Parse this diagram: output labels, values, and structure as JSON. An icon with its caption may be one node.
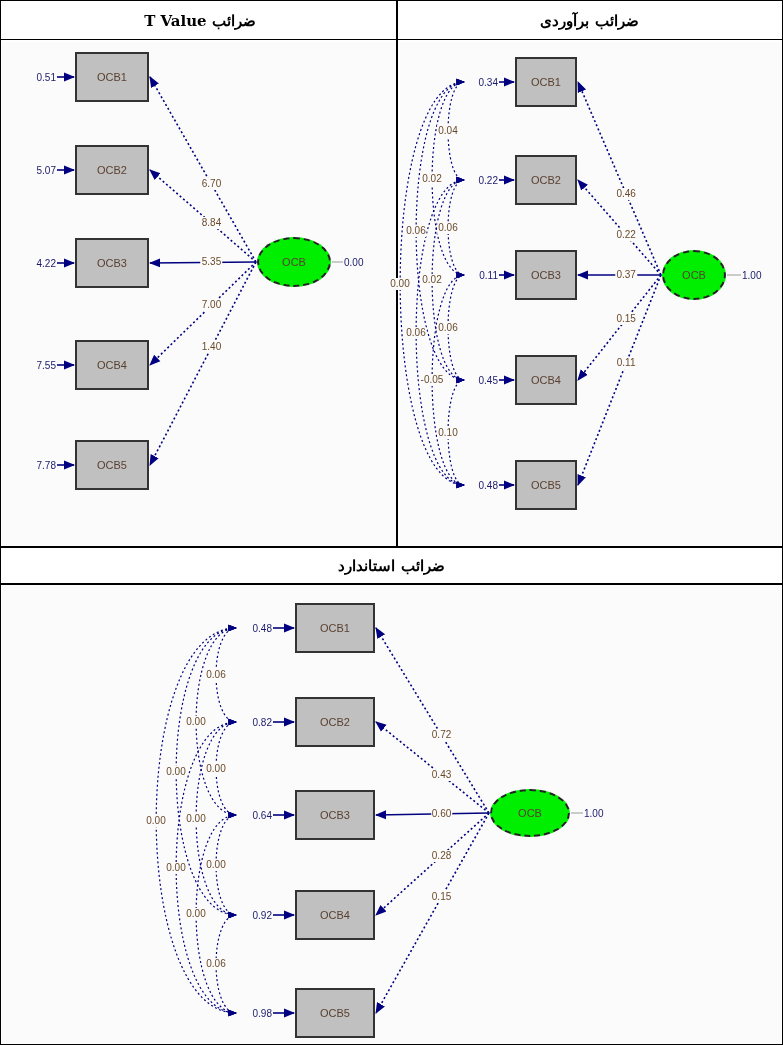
{
  "diagram": {
    "nodes": [
      {
        "text": [
          "OCB1"
        ]
      },
      {
        "text": [
          "OCB2"
        ]
      },
      {
        "text": [
          "OCB3"
        ]
      },
      {
        "text": [
          "OCB4"
        ]
      },
      {
        "text": [
          "OCB5"
        ]
      },
      {
        "text": [
          "OCB"
        ]
      },
      {
        "text": [
          "0.51"
        ]
      },
      {
        "text": [
          "5.07"
        ]
      },
      {
        "text": [
          "4.22"
        ]
      },
      {
        "text": [
          "7.55"
        ]
      },
      {
        "text": [
          "7.78"
        ]
      },
      {
        "text": [
          "0.00"
        ]
      },
      {
        "text": [
          "OCB1"
        ]
      },
      {
        "text": [
          "OCB2"
        ]
      },
      {
        "text": [
          "OCB3"
        ]
      },
      {
        "text": [
          "OCB4"
        ]
      },
      {
        "text": [
          "OCB5"
        ]
      },
      {
        "text": [
          "OCB"
        ]
      },
      {
        "text": [
          "0.34"
        ]
      },
      {
        "text": [
          "0.22"
        ]
      },
      {
        "text": [
          "0.11"
        ]
      },
      {
        "text": [
          "0.45"
        ]
      },
      {
        "text": [
          "0.48"
        ]
      },
      {
        "text": [
          "1.00"
        ]
      },
      {
        "text": [
          "OCB1"
        ]
      },
      {
        "text": [
          "OCB2"
        ]
      },
      {
        "text": [
          "OCB3"
        ]
      },
      {
        "text": [
          "OCB4"
        ]
      },
      {
        "text": [
          "OCB5"
        ]
      },
      {
        "text": [
          "OCB"
        ]
      },
      {
        "text": [
          "0.48"
        ]
      },
      {
        "text": [
          "0.82"
        ]
      },
      {
        "text": [
          "0.64"
        ]
      },
      {
        "text": [
          "0.92"
        ]
      },
      {
        "text": [
          "0.98"
        ]
      },
      {
        "text": [
          "1.00"
        ]
      }
    ],
    "edges": [
      {
        "from": 6,
        "to": 0,
        "arrow": "to"
      },
      {
        "from": 7,
        "to": 1,
        "arrow": "to"
      },
      {
        "from": 8,
        "to": 2,
        "arrow": "to"
      },
      {
        "from": 9,
        "to": 3,
        "arrow": "to"
      },
      {
        "from": 10,
        "to": 4,
        "arrow": "to"
      },
      {
        "from": 5,
        "to": 0,
        "arrow": "to",
        "label": "6.70",
        "style": "dashed"
      },
      {
        "from": 5,
        "to": 1,
        "arrow": "to",
        "label": "8.84",
        "style": "dashed"
      },
      {
        "from": 5,
        "to": 2,
        "arrow": "to",
        "label": "5.35"
      },
      {
        "from": 5,
        "to": 3,
        "arrow": "to",
        "label": "7.00",
        "style": "dashed"
      },
      {
        "from": 5,
        "to": 4,
        "arrow": "to",
        "label": "1.40",
        "style": "dashed"
      },
      {
        "from": 5,
        "to": 11,
        "arrow": "none",
        "color": "#c0c0c0"
      },
      {
        "from": 18,
        "to": 12,
        "arrow": "to"
      },
      {
        "from": 19,
        "to": 13,
        "arrow": "to"
      },
      {
        "from": 20,
        "to": 14,
        "arrow": "to"
      },
      {
        "from": 21,
        "to": 15,
        "arrow": "to"
      },
      {
        "from": 22,
        "to": 16,
        "arrow": "to"
      },
      {
        "from": 17,
        "to": 12,
        "arrow": "to",
        "label": "0.46",
        "style": "dashed"
      },
      {
        "from": 17,
        "to": 13,
        "arrow": "to",
        "label": "0.22",
        "style": "dashed"
      },
      {
        "from": 17,
        "to": 14,
        "arrow": "to",
        "label": "0.37"
      },
      {
        "from": 17,
        "to": 15,
        "arrow": "to",
        "label": "0.15",
        "style": "dashed"
      },
      {
        "from": 17,
        "to": 16,
        "arrow": "to",
        "label": "0.11",
        "style": "dashed"
      },
      {
        "from": 17,
        "to": 23,
        "arrow": "none",
        "color": "#c0c0c0"
      },
      {
        "from": 18,
        "to": 19,
        "arrow": "both",
        "label": "0.04",
        "style": "dashed"
      },
      {
        "from": 18,
        "to": 20,
        "arrow": "both",
        "label": "0.02",
        "style": "dashed"
      },
      {
        "from": 18,
        "to": 21,
        "arrow": "both",
        "label": "0.06",
        "style": "dashed"
      },
      {
        "from": 18,
        "to": 22,
        "arrow": "both",
        "label": "0.00",
        "style": "dashed"
      },
      {
        "from": 19,
        "to": 20,
        "arrow": "both",
        "label": "0.06",
        "style": "dashed"
      },
      {
        "from": 19,
        "to": 21,
        "arrow": "both",
        "label": "0.02",
        "style": "dashed"
      },
      {
        "from": 19,
        "to": 22,
        "arrow": "both",
        "label": "0.06",
        "style": "dashed"
      },
      {
        "from": 20,
        "to": 21,
        "arrow": "both",
        "label": "0.06",
        "style": "dashed"
      },
      {
        "from": 20,
        "to": 22,
        "arrow": "both",
        "label": "-0.05",
        "style": "dashed"
      },
      {
        "from": 21,
        "to": 22,
        "arrow": "both",
        "label": "0.10",
        "style": "dashed"
      },
      {
        "from": 30,
        "to": 24,
        "arrow": "to"
      },
      {
        "from": 31,
        "to": 25,
        "arrow": "to"
      },
      {
        "from": 32,
        "to": 26,
        "arrow": "to"
      },
      {
        "from": 33,
        "to": 27,
        "arrow": "to"
      },
      {
        "from": 34,
        "to": 28,
        "arrow": "to"
      },
      {
        "from": 29,
        "to": 24,
        "arrow": "to",
        "label": "0.72",
        "style": "dashed"
      },
      {
        "from": 29,
        "to": 25,
        "arrow": "to",
        "label": "0.43",
        "style": "dashed"
      },
      {
        "from": 29,
        "to": 26,
        "arrow": "to",
        "label": "0.60"
      },
      {
        "from": 29,
        "to": 27,
        "arrow": "to",
        "label": "0.28",
        "style": "dashed"
      },
      {
        "from": 29,
        "to": 28,
        "arrow": "to",
        "label": "0.15",
        "style": "dashed"
      },
      {
        "from": 29,
        "to": 35,
        "arrow": "none",
        "color": "#c0c0c0"
      },
      {
        "from": 30,
        "to": 31,
        "arrow": "both",
        "label": "0.06",
        "style": "dashed"
      },
      {
        "from": 30,
        "to": 32,
        "arrow": "both",
        "label": "0.00",
        "style": "dashed"
      },
      {
        "from": 30,
        "to": 33,
        "arrow": "both",
        "label": "0.00",
        "style": "dashed"
      },
      {
        "from": 30,
        "to": 34,
        "arrow": "both",
        "label": "0.00",
        "style": "dashed"
      },
      {
        "from": 31,
        "to": 32,
        "arrow": "both",
        "label": "0.00",
        "style": "dashed"
      },
      {
        "from": 31,
        "to": 33,
        "arrow": "both",
        "label": "0.00",
        "style": "dashed"
      },
      {
        "from": 31,
        "to": 34,
        "arrow": "both",
        "label": "0.00",
        "style": "dashed"
      },
      {
        "from": 32,
        "to": 33,
        "arrow": "both",
        "label": "0.00",
        "style": "dashed"
      },
      {
        "from": 32,
        "to": 34,
        "arrow": "both",
        "label": "0.00",
        "style": "dashed"
      },
      {
        "from": 33,
        "to": 34,
        "arrow": "both",
        "label": "0.06",
        "style": "dashed"
      }
    ],
    "labels": [
      "ضرائب برآوردی",
      "ضرائب T Value",
      "ضرائب استاندارد"
    ]
  }
}
